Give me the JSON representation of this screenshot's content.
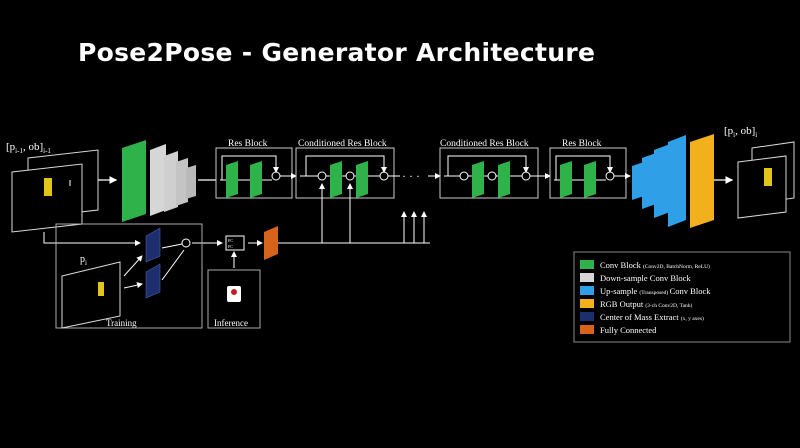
{
  "title": "Pose2Pose - Generator Architecture",
  "labels": {
    "input": "[p",
    "input_sub1": "i-1",
    "input_mid": ", ob]",
    "input_sub2": "i-1",
    "output": "[p",
    "output_sub": "i",
    "output_mid": ", ob]",
    "output_sub2": "i",
    "res_block": "Res Block",
    "cond_res_block": "Conditioned Res Block",
    "pose": "p",
    "pose_sub": "i",
    "training": "Training",
    "inference": "Inference",
    "ellipsis": "· · ·",
    "fc": "FC",
    "fc2": "FC"
  },
  "legend": [
    {
      "label": "Conv Block",
      "detail": "(Conv2D, BatchNorm, ReLU)",
      "color": "#2fb24a"
    },
    {
      "label": "Down-sample Conv Block",
      "detail": "",
      "color": "#d6d6d6"
    },
    {
      "label": "Up-sample",
      "detail": "(Transposed)",
      "label2": "Conv Block",
      "color": "#2f9fe8"
    },
    {
      "label": "RGB Output",
      "detail": "(3-ch Conv2D, Tanh)",
      "color": "#f2b01c"
    },
    {
      "label": "Center of Mass Extract",
      "detail": "(x, y axes)",
      "color": "#1d2e6e"
    },
    {
      "label": "Fully Connected",
      "detail": "",
      "color": "#d8641c"
    }
  ]
}
